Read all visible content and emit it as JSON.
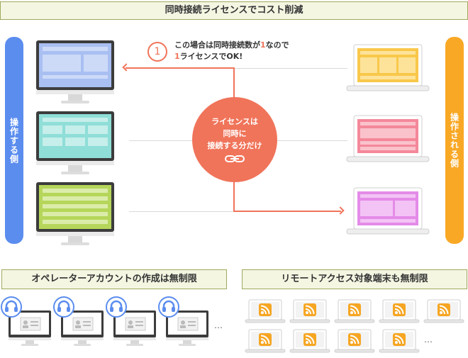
{
  "title": "同時接続ライセンスでコスト削減",
  "left_side_label": "操作する側",
  "right_side_label": "操作される側",
  "center_circle": {
    "line1": "ライセンスは",
    "line2": "同時に",
    "line3": "接続する分だけ",
    "icon": "link-icon"
  },
  "note": {
    "number": "1",
    "line1_a": "この場合は同時接続数が",
    "line1_num": "1",
    "line1_b": "なので",
    "line2_num": "1",
    "line2_b": "ライセンスでOK!"
  },
  "bottom_left_header": "オペレーターアカウントの作成は無制限",
  "bottom_right_header": "リモートアクセス対象端末も無制限",
  "bottom_left_ellipsis": "…",
  "bottom_right_ellipsis": "…",
  "operators": [
    {
      "icon": "headset-icon"
    },
    {
      "icon": "headset-icon"
    },
    {
      "icon": "headset-icon"
    },
    {
      "icon": "headset-icon"
    }
  ],
  "targets": [
    {
      "icon": "broadcast-icon"
    },
    {
      "icon": "broadcast-icon"
    },
    {
      "icon": "broadcast-icon"
    },
    {
      "icon": "broadcast-icon"
    },
    {
      "icon": "broadcast-icon"
    },
    {
      "icon": "broadcast-icon"
    },
    {
      "icon": "broadcast-icon"
    },
    {
      "icon": "broadcast-icon"
    },
    {
      "icon": "broadcast-icon"
    }
  ],
  "colors": {
    "accent": "#f0745a",
    "left_bar": "#5b8def",
    "right_bar": "#f9a825",
    "header_bg": "#f4f6e2",
    "header_border": "#9fa95c",
    "monitor_blue": "#a9bff2",
    "monitor_teal": "#8fded8",
    "monitor_green": "#b5d65a",
    "laptop_yellow": "#f9c84a",
    "laptop_pink": "#f4889a",
    "laptop_purple": "#e48be8",
    "rss": "#f6a623"
  }
}
